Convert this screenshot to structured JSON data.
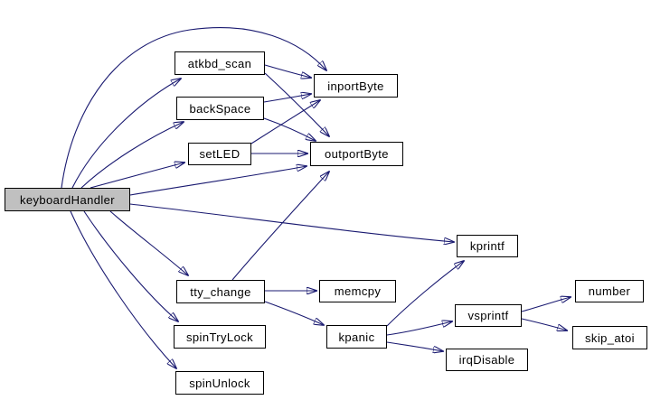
{
  "diagram": {
    "type": "call-graph",
    "root": "keyboardHandler",
    "nodes": [
      {
        "id": "keyboardHandler",
        "label": "keyboardHandler",
        "is_root": true
      },
      {
        "id": "atkbd_scan",
        "label": "atkbd_scan"
      },
      {
        "id": "backSpace",
        "label": "backSpace"
      },
      {
        "id": "setLED",
        "label": "setLED"
      },
      {
        "id": "inportByte",
        "label": "inportByte"
      },
      {
        "id": "outportByte",
        "label": "outportByte"
      },
      {
        "id": "kprintf",
        "label": "kprintf"
      },
      {
        "id": "tty_change",
        "label": "tty_change"
      },
      {
        "id": "memcpy",
        "label": "memcpy"
      },
      {
        "id": "spinTryLock",
        "label": "spinTryLock"
      },
      {
        "id": "spinUnlock",
        "label": "spinUnlock"
      },
      {
        "id": "kpanic",
        "label": "kpanic"
      },
      {
        "id": "vsprintf",
        "label": "vsprintf"
      },
      {
        "id": "irqDisable",
        "label": "irqDisable"
      },
      {
        "id": "number",
        "label": "number"
      },
      {
        "id": "skip_atoi",
        "label": "skip_atoi"
      }
    ],
    "edges": [
      {
        "from": "keyboardHandler",
        "to": "inportByte"
      },
      {
        "from": "keyboardHandler",
        "to": "atkbd_scan"
      },
      {
        "from": "keyboardHandler",
        "to": "backSpace"
      },
      {
        "from": "keyboardHandler",
        "to": "setLED"
      },
      {
        "from": "keyboardHandler",
        "to": "outportByte"
      },
      {
        "from": "keyboardHandler",
        "to": "kprintf"
      },
      {
        "from": "keyboardHandler",
        "to": "tty_change"
      },
      {
        "from": "keyboardHandler",
        "to": "spinTryLock"
      },
      {
        "from": "keyboardHandler",
        "to": "spinUnlock"
      },
      {
        "from": "atkbd_scan",
        "to": "inportByte"
      },
      {
        "from": "atkbd_scan",
        "to": "outportByte"
      },
      {
        "from": "backSpace",
        "to": "inportByte"
      },
      {
        "from": "backSpace",
        "to": "outportByte"
      },
      {
        "from": "setLED",
        "to": "inportByte"
      },
      {
        "from": "setLED",
        "to": "outportByte"
      },
      {
        "from": "tty_change",
        "to": "outportByte"
      },
      {
        "from": "tty_change",
        "to": "memcpy"
      },
      {
        "from": "tty_change",
        "to": "kpanic"
      },
      {
        "from": "kpanic",
        "to": "kprintf"
      },
      {
        "from": "kpanic",
        "to": "vsprintf"
      },
      {
        "from": "kpanic",
        "to": "irqDisable"
      },
      {
        "from": "vsprintf",
        "to": "number"
      },
      {
        "from": "vsprintf",
        "to": "skip_atoi"
      }
    ]
  },
  "colors": {
    "edge": "#191970",
    "node_border": "#000000",
    "node_fill": "#ffffff",
    "root_fill": "#c0c0c0",
    "text": "#000000",
    "background": "#ffffff"
  }
}
